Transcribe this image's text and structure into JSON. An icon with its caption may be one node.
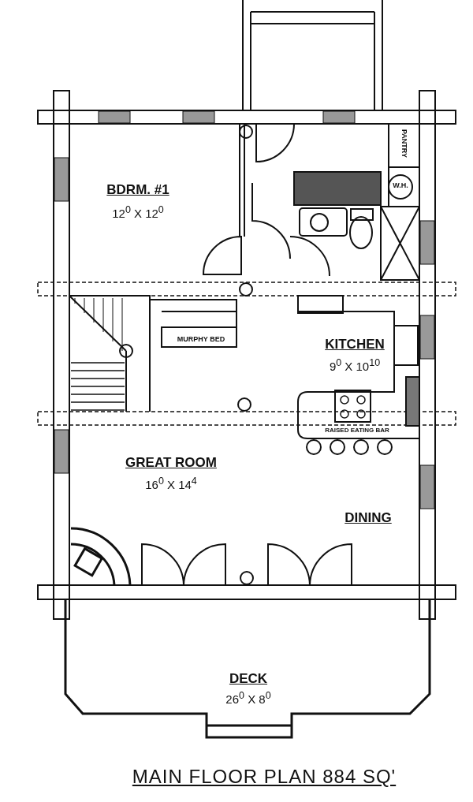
{
  "diagram": {
    "caption": "MAIN FLOOR PLAN 884 SQ'",
    "labels": [
      "BDRM. #1",
      "12$^{0}$ X 12$^{0}$",
      "PANTRY",
      "W.H.",
      "MURPHY BED",
      "KITCHEN",
      "9$^{0}$ X 10$^{10}$",
      "RAISED EATING BAR",
      "GREAT ROOM",
      "16$^{0}$ X 14$^{4}$",
      "DINING",
      "DECK",
      "26$^{0}$ X 8$^{0}$"
    ]
  }
}
